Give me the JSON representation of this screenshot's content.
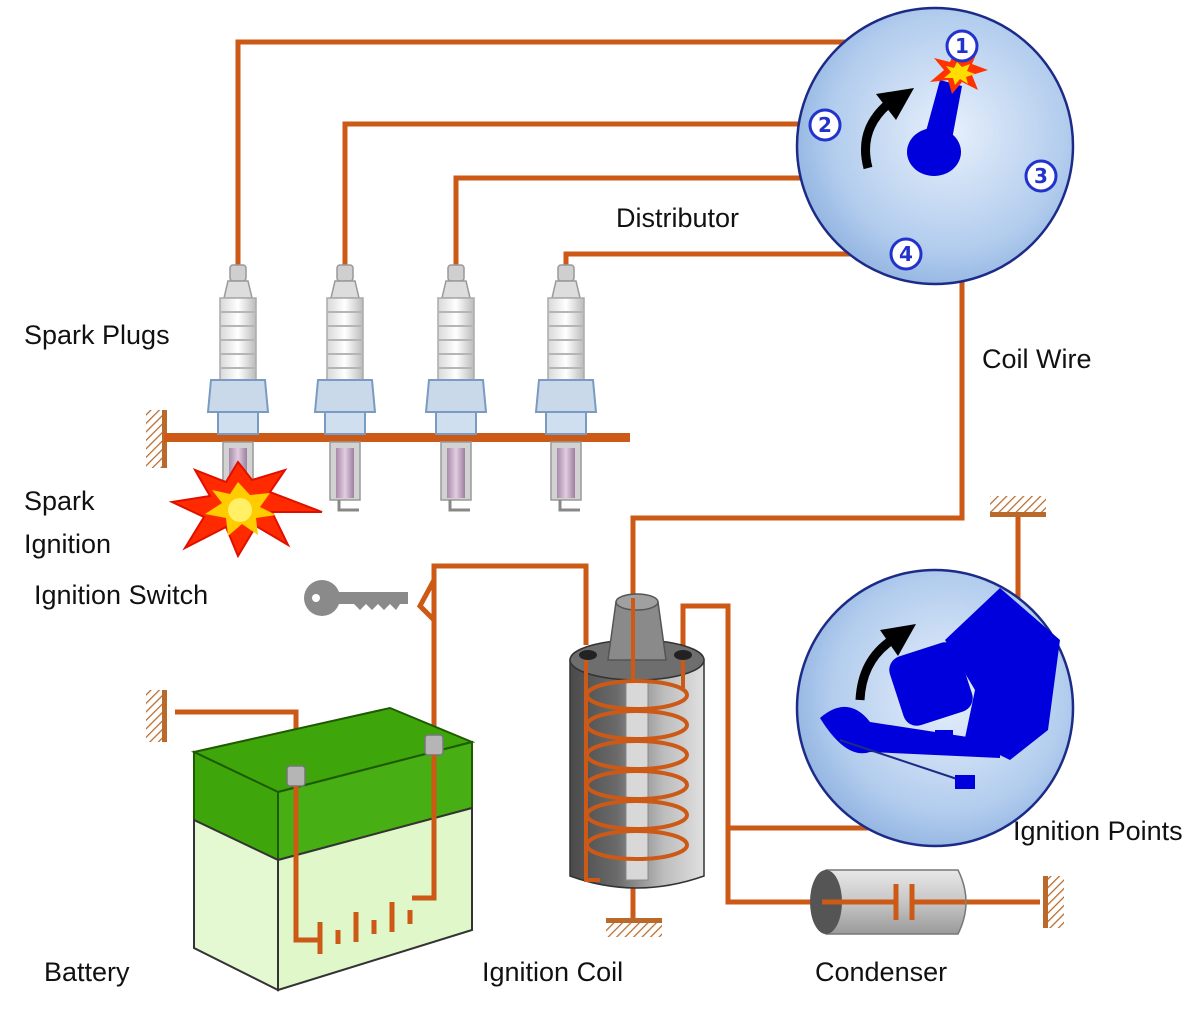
{
  "labels": {
    "spark_plugs": "Spark Plugs",
    "spark": "Spark",
    "ignition": "Ignition",
    "ignition_switch": "Ignition Switch",
    "distributor": "Distributor",
    "coil_wire": "Coil Wire",
    "ignition_points": "Ignition Points",
    "battery": "Battery",
    "ignition_coil": "Ignition Coil",
    "condenser": "Condenser"
  },
  "distributor_terminals": [
    "1",
    "2",
    "3",
    "4"
  ],
  "colors": {
    "wire": "#cc5a16",
    "ground": "#b96a2a",
    "distributor_fill": "#b9d3f0",
    "distributor_rim": "#1d2b88",
    "rotor": "#0000dd",
    "terminal_text": "#2233cc",
    "battery_green": "#3ea60a",
    "battery_light": "#dff7c9",
    "coil_body": "#555555",
    "condenser_body": "#c8c8c8",
    "key": "#888888",
    "spark_red": "#ff2200",
    "spark_yellow": "#ffdd00"
  },
  "icons": [
    "key-icon",
    "spark-burst-icon",
    "rotation-arrow-icon",
    "ground-symbol-icon"
  ]
}
